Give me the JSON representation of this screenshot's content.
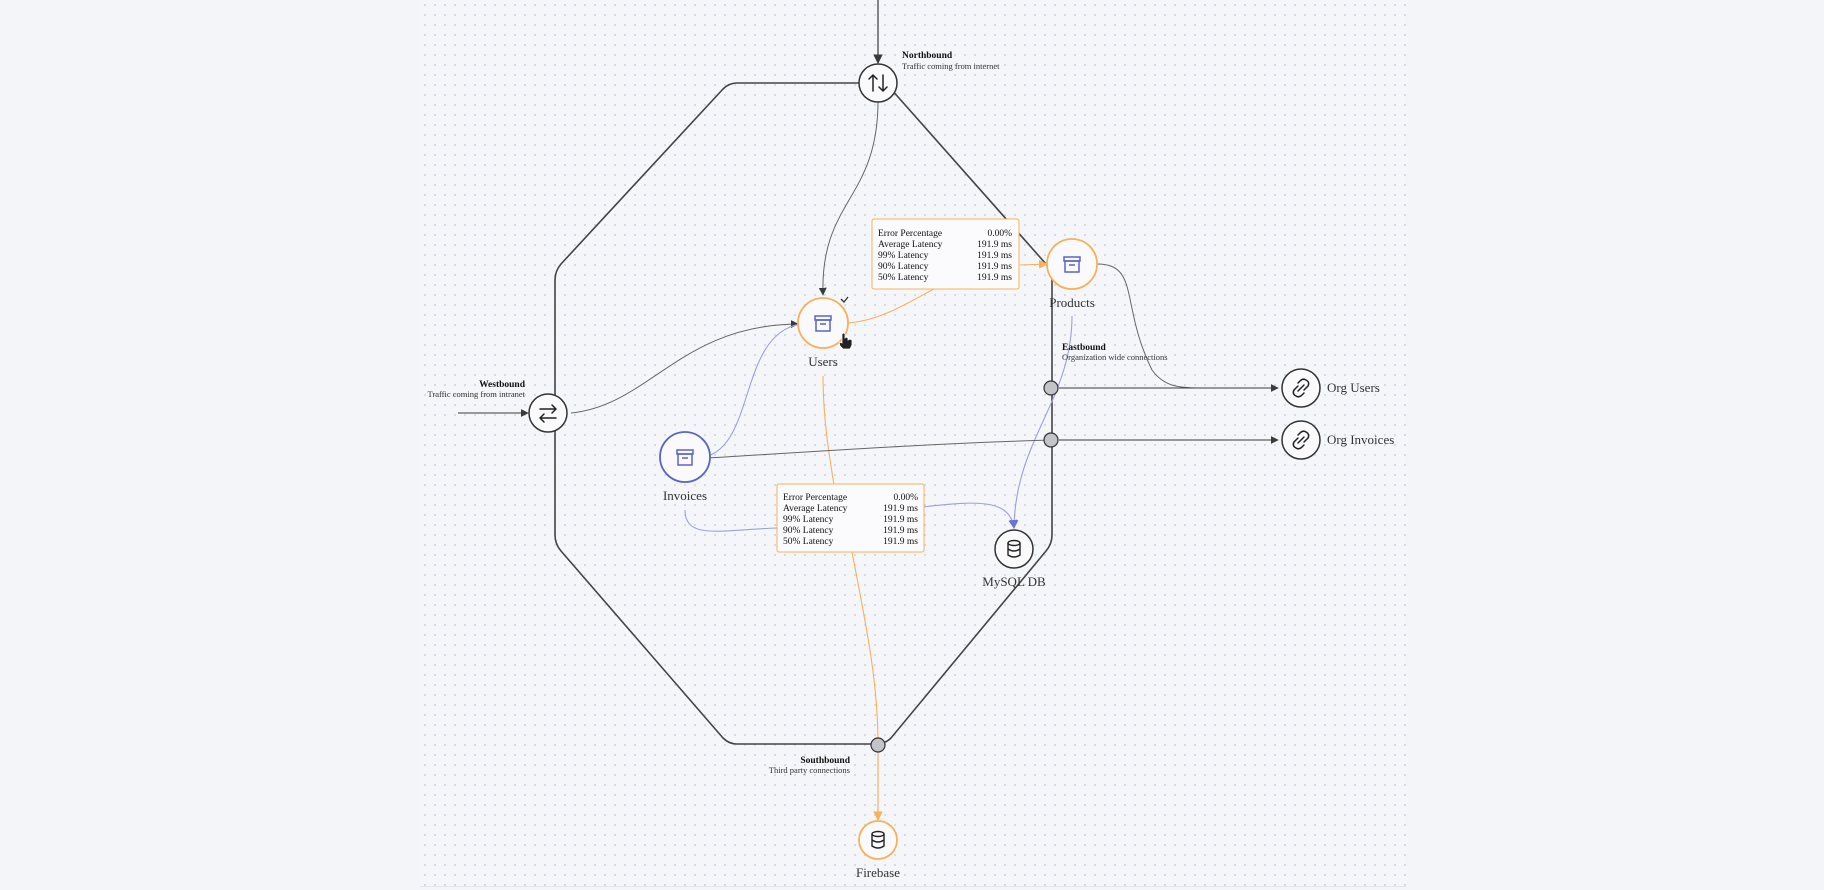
{
  "gateways": {
    "northbound": {
      "title": "Northbound",
      "subtitle": "Traffic coming from internet"
    },
    "westbound": {
      "title": "Westbound",
      "subtitle": "Traffic coming from intranet"
    },
    "eastbound": {
      "title": "Eastbound",
      "subtitle": "Organization wide connections"
    },
    "southbound": {
      "title": "Southbound",
      "subtitle": "Third party connections"
    }
  },
  "services": {
    "users": "Users",
    "products": "Products",
    "invoices": "Invoices",
    "mysql": "MySQL DB",
    "firebase": "Firebase",
    "org_users": "Org Users",
    "org_invoices": "Org Invoices"
  },
  "tooltip_users_products": {
    "rows": [
      {
        "label": "Error Percentage",
        "value": "0.00%"
      },
      {
        "label": "Average Latency",
        "value": "191.9 ms"
      },
      {
        "label": "99% Latency",
        "value": "191.9 ms"
      },
      {
        "label": "90% Latency",
        "value": "191.9 ms"
      },
      {
        "label": "50% Latency",
        "value": "191.9 ms"
      }
    ]
  },
  "tooltip_users_firebase": {
    "rows": [
      {
        "label": "Error Percentage",
        "value": "0.00%"
      },
      {
        "label": "Average Latency",
        "value": "191.9 ms"
      },
      {
        "label": "99% Latency",
        "value": "191.9 ms"
      },
      {
        "label": "90% Latency",
        "value": "191.9 ms"
      },
      {
        "label": "50% Latency",
        "value": "191.9 ms"
      }
    ]
  },
  "colors": {
    "healthy_edge": "#f7b15a",
    "internal_edge": "#9aa1d9",
    "default_edge": "#555555",
    "service_icon": "#5a64c8",
    "selected_ring": "#f7b15a"
  },
  "icons": {
    "northbound": "arrows-up-down-icon",
    "westbound": "arrows-left-right-icon",
    "service": "archive-box-icon",
    "database": "database-icon",
    "external": "link-icon"
  }
}
